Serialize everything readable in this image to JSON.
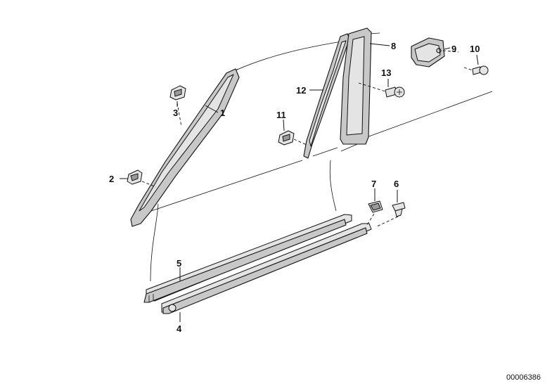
{
  "diagram": {
    "callouts": [
      {
        "id": "1",
        "text": "1"
      },
      {
        "id": "2",
        "text": "2"
      },
      {
        "id": "3",
        "text": "3"
      },
      {
        "id": "4",
        "text": "4"
      },
      {
        "id": "5",
        "text": "5"
      },
      {
        "id": "6",
        "text": "6"
      },
      {
        "id": "7",
        "text": "7"
      },
      {
        "id": "8",
        "text": "8"
      },
      {
        "id": "9",
        "text": "9"
      },
      {
        "id": "10",
        "text": "10"
      },
      {
        "id": "11",
        "text": "11"
      },
      {
        "id": "12",
        "text": "12"
      },
      {
        "id": "13",
        "text": "13"
      }
    ],
    "document_number": "00006386"
  }
}
